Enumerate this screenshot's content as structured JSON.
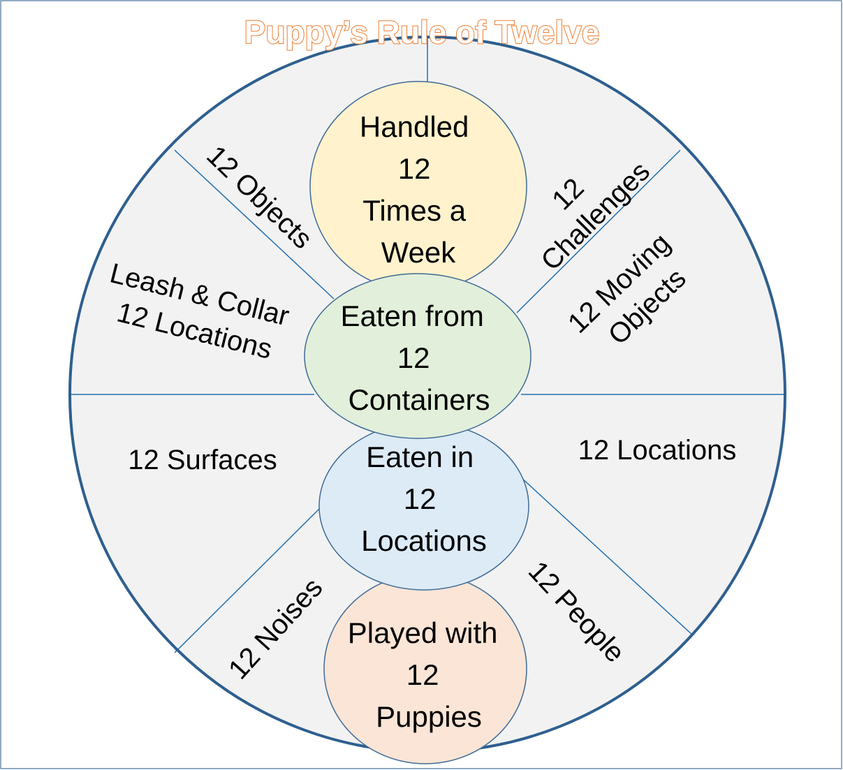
{
  "title": "Puppy’s Rule of Twelve",
  "colors": {
    "border": "#2e5f8f",
    "segment_fill": "#f2f2f2",
    "divider": "#1f6fb2",
    "title_outline": "#ed7d31",
    "handled_fill": "#fff2cc",
    "containers_fill": "#e2efda",
    "eaten_locations_fill": "#ddebf7",
    "puppies_fill": "#fbe5d6"
  },
  "segments": {
    "objects": [
      "12 Objects"
    ],
    "challenges": [
      "12",
      "Challenges"
    ],
    "leash": [
      "Leash & Collar",
      "12 Locations"
    ],
    "moving": [
      "12 Moving",
      "Objects"
    ],
    "surfaces": [
      "12 Surfaces"
    ],
    "locations": [
      "12 Locations"
    ],
    "noises": [
      "12 Noises"
    ],
    "people": [
      "12 People"
    ]
  },
  "circles": {
    "handled": [
      "Handled",
      "12",
      "Times a",
      "Week"
    ],
    "containers": [
      "Eaten from",
      "12",
      "Containers"
    ],
    "eaten_locations": [
      "Eaten in",
      "12",
      "Locations"
    ],
    "puppies": [
      "Played with",
      "12",
      "Puppies"
    ]
  }
}
